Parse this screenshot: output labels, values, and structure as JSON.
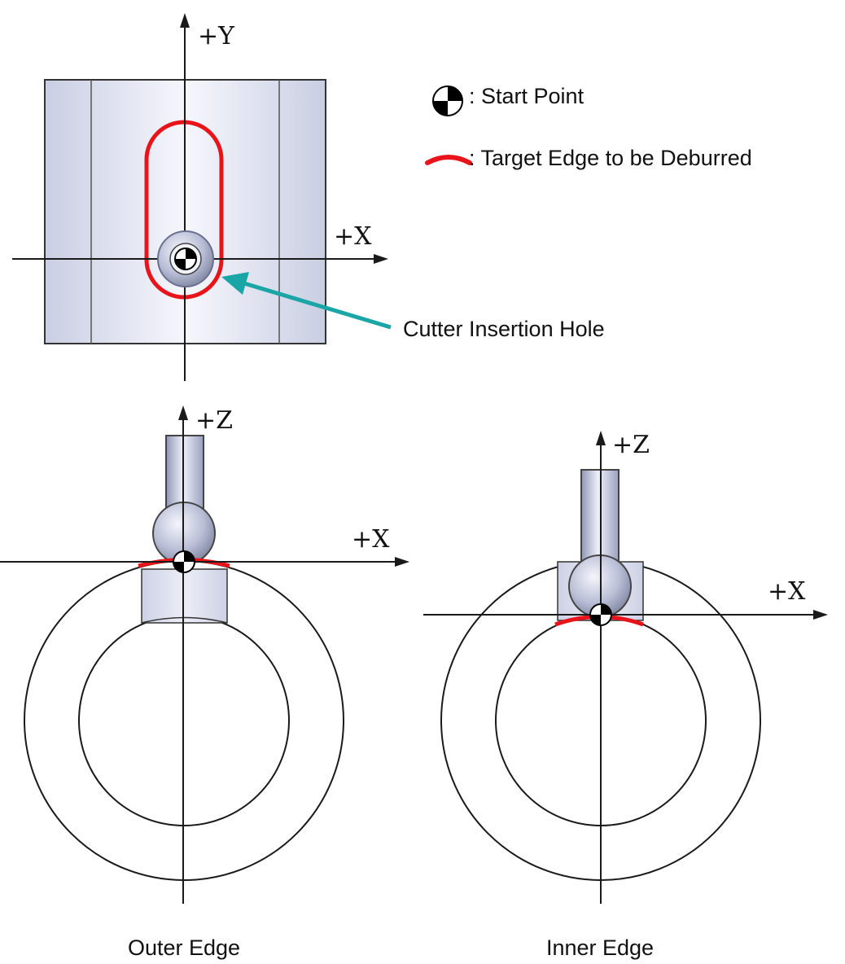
{
  "legend": {
    "start_point_label": ": Start Point",
    "target_edge_label": ": Target Edge to be Deburred"
  },
  "top_view": {
    "axis_y_label": "+Y",
    "axis_x_label": "+X",
    "callout_label": "Cutter Insertion Hole"
  },
  "outer_view": {
    "axis_z_label": "+Z",
    "axis_x_label": "+X",
    "caption": "Outer Edge"
  },
  "inner_view": {
    "axis_z_label": "+Z",
    "axis_x_label": "+X",
    "caption": "Inner Edge"
  },
  "colors": {
    "target_edge": "#e8141a",
    "callout_arrow": "#1aa6a6",
    "part_fill": "#dde1f0",
    "line": "#1a1a1a"
  },
  "icons": {
    "start_point": "start-point-icon",
    "target_edge": "target-edge-icon"
  }
}
